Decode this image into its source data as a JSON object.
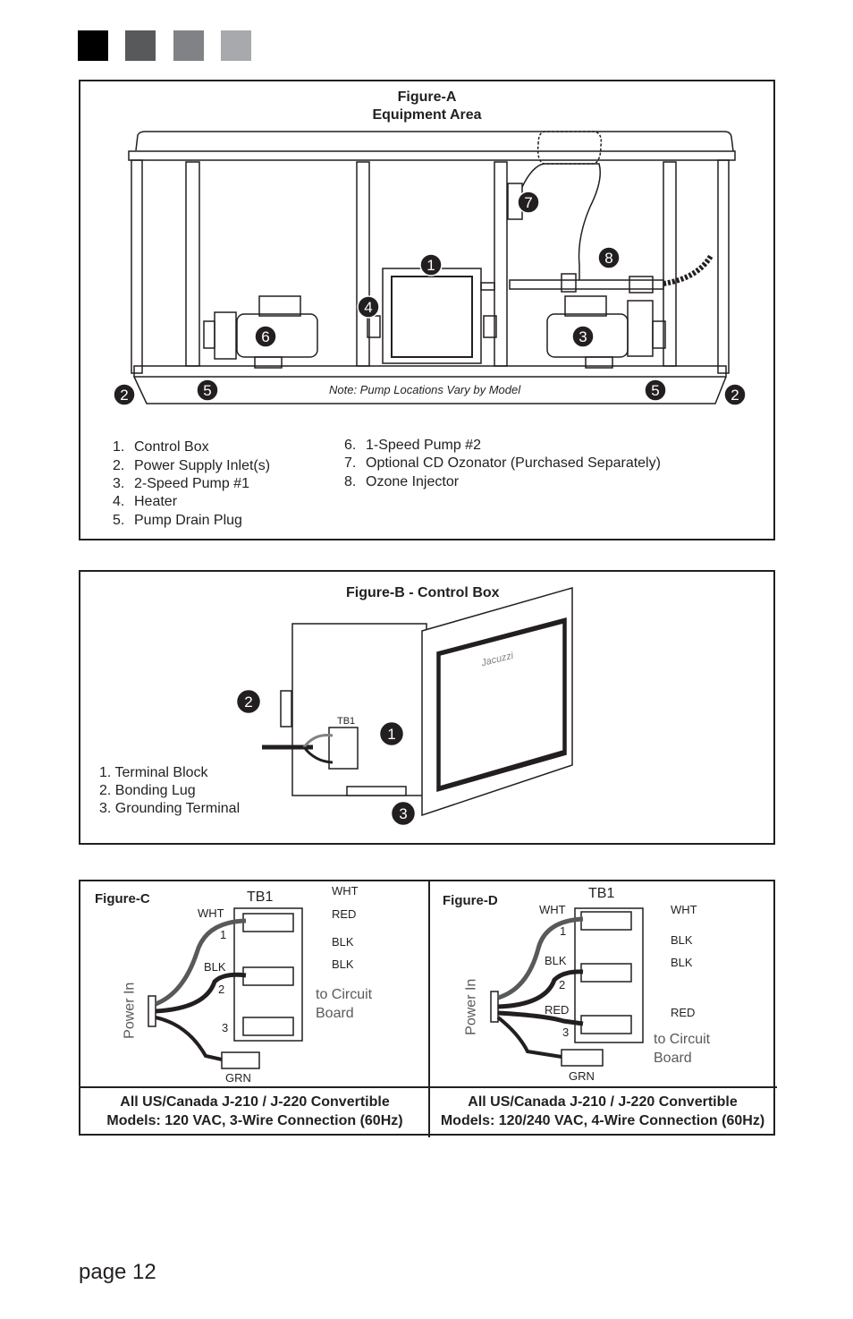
{
  "header_squares": [
    "#000000",
    "#58595b",
    "#808285",
    "#a7a9ac"
  ],
  "figure_a": {
    "title": "Figure-A",
    "subtitle": "Equipment Area",
    "note": "Note: Pump Locations Vary by Model",
    "callouts": [
      "1",
      "2",
      "3",
      "4",
      "5",
      "6",
      "7",
      "8"
    ],
    "legend_left": [
      {
        "num": "1.",
        "text": "Control Box"
      },
      {
        "num": "2.",
        "text": "Power Supply Inlet(s)"
      },
      {
        "num": "3.",
        "text": "2-Speed Pump #1"
      },
      {
        "num": "4.",
        "text": "Heater"
      },
      {
        "num": "5.",
        "text": "Pump Drain Plug"
      }
    ],
    "legend_right": [
      {
        "num": "6.",
        "text": "1-Speed Pump #2"
      },
      {
        "num": "7.",
        "text": "Optional CD Ozonator (Purchased Separately)"
      },
      {
        "num": "8.",
        "text": "Ozone Injector"
      }
    ]
  },
  "figure_b": {
    "title": "Figure-B - Control Box",
    "tb_label": "TB1",
    "brand": "Jacuzzi",
    "legend": [
      "1. Terminal Block",
      "2. Bonding Lug",
      "3. Grounding Terminal"
    ]
  },
  "figure_c": {
    "title": "Figure-C",
    "tb": "TB1",
    "power_in": "Power In",
    "wire_labels": {
      "wht_in": "WHT",
      "blk_in": "BLK",
      "wht_out": "WHT",
      "red_out": "RED",
      "blk_out1": "BLK",
      "blk_out2": "BLK",
      "grn": "GRN"
    },
    "terminals": [
      "1",
      "2",
      "3"
    ],
    "circuit_line1": "to Circuit",
    "circuit_line2": "Board",
    "caption_line1": "All US/Canada J-210 / J-220 Convertible",
    "caption_line2": "Models: 120 VAC, 3-Wire Connection (60Hz)"
  },
  "figure_d": {
    "title": "Figure-D",
    "tb": "TB1",
    "power_in": "Power In",
    "wire_labels": {
      "wht_in": "WHT",
      "blk_in": "BLK",
      "red_in": "RED",
      "wht_out": "WHT",
      "blk_out1": "BLK",
      "blk_out2": "BLK",
      "red_out": "RED",
      "grn": "GRN"
    },
    "terminals": [
      "1",
      "2",
      "3"
    ],
    "circuit_line1": "to Circuit",
    "circuit_line2": "Board",
    "caption_line1": "All US/Canada J-210 / J-220 Convertible",
    "caption_line2": "Models: 120/240 VAC, 4-Wire Connection (60Hz)"
  },
  "page_label": "page 12"
}
